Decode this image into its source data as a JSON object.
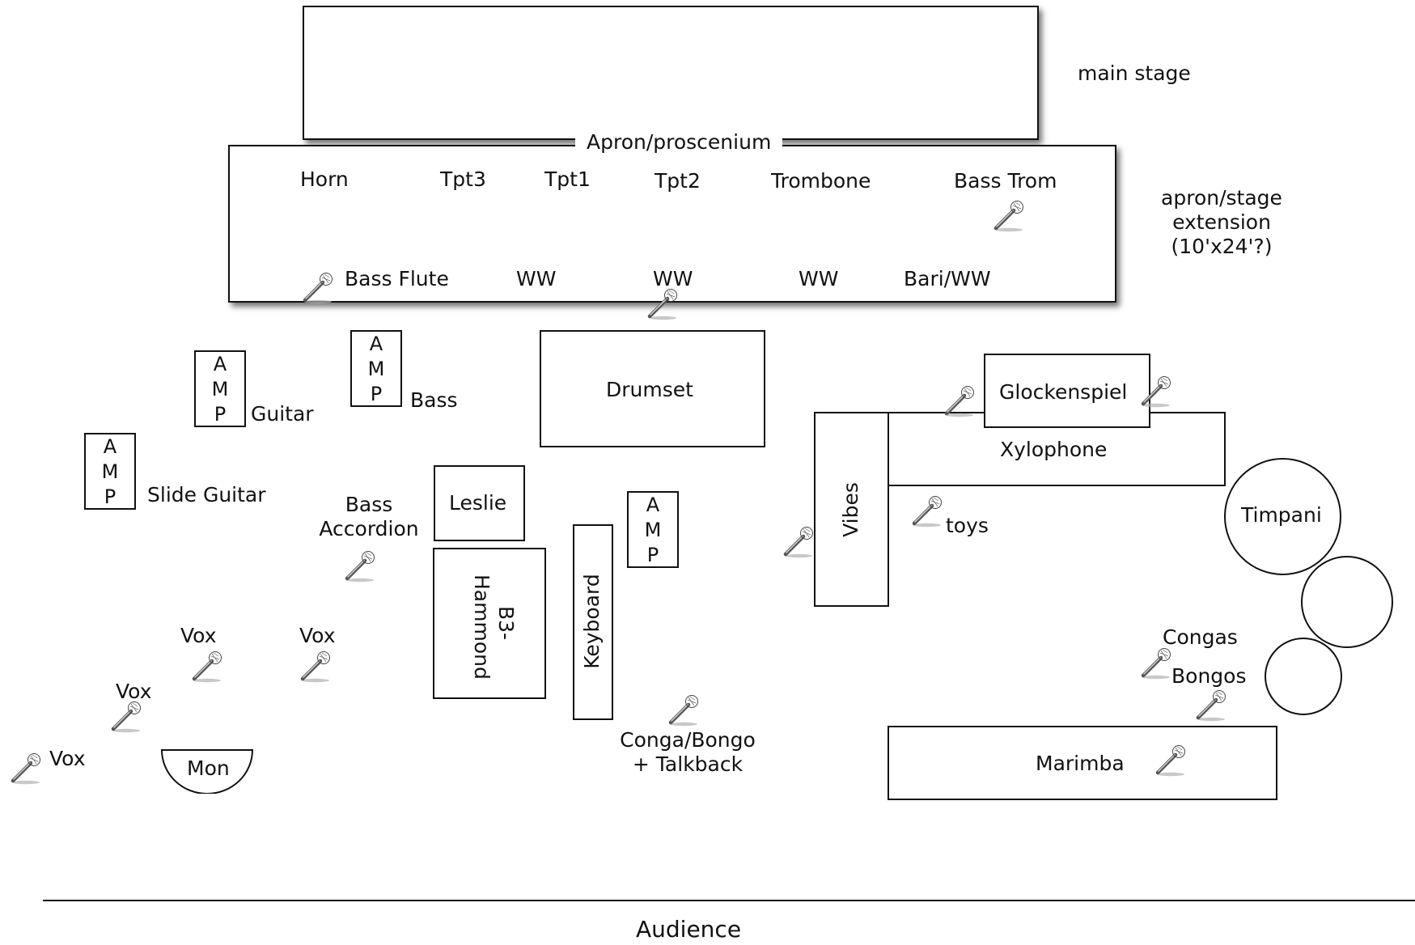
{
  "labels": {
    "main_stage": "main stage",
    "apron": "Apron/proscenium",
    "apron_ext_1": "apron/stage",
    "apron_ext_2": "extension",
    "apron_ext_3": "(10'x24'?)",
    "horn": "Horn",
    "tpt3": "Tpt3",
    "tpt1": "Tpt1",
    "tpt2": "Tpt2",
    "trombone": "Trombone",
    "bass_trom": "Bass Trom",
    "bass_flute": "Bass Flute",
    "ww1": "WW",
    "ww2": "WW",
    "ww3": "WW",
    "bari_ww": "Bari/WW",
    "guitar": "Guitar",
    "bass": "Bass",
    "slide_guitar": "Slide Guitar",
    "drumset": "Drumset",
    "leslie": "Leslie",
    "bass_accordion_1": "Bass",
    "bass_accordion_2": "Accordion",
    "b3_hammond_1": "B3-",
    "b3_hammond_2": "Hammond",
    "keyboard": "Keyboard",
    "conga_bongo_1": "Conga/Bongo",
    "conga_bongo_2": "+ Talkback",
    "vibes": "Vibes",
    "glockenspiel": "Glockenspiel",
    "xylophone": "Xylophone",
    "toys": "toys",
    "timpani": "Timpani",
    "congas": "Congas",
    "bongos": "Bongos",
    "marimba": "Marimba",
    "vox1": "Vox",
    "vox2": "Vox",
    "vox3": "Vox",
    "vox4": "Vox",
    "mon": "Mon",
    "audience": "Audience"
  },
  "amp": {
    "a": "A",
    "m": "M",
    "p": "P"
  },
  "icons": {
    "microphone": "microphone-icon"
  },
  "colors": {
    "line": "#111111",
    "mic_head": "#9a9a9a",
    "background": "#ffffff"
  }
}
